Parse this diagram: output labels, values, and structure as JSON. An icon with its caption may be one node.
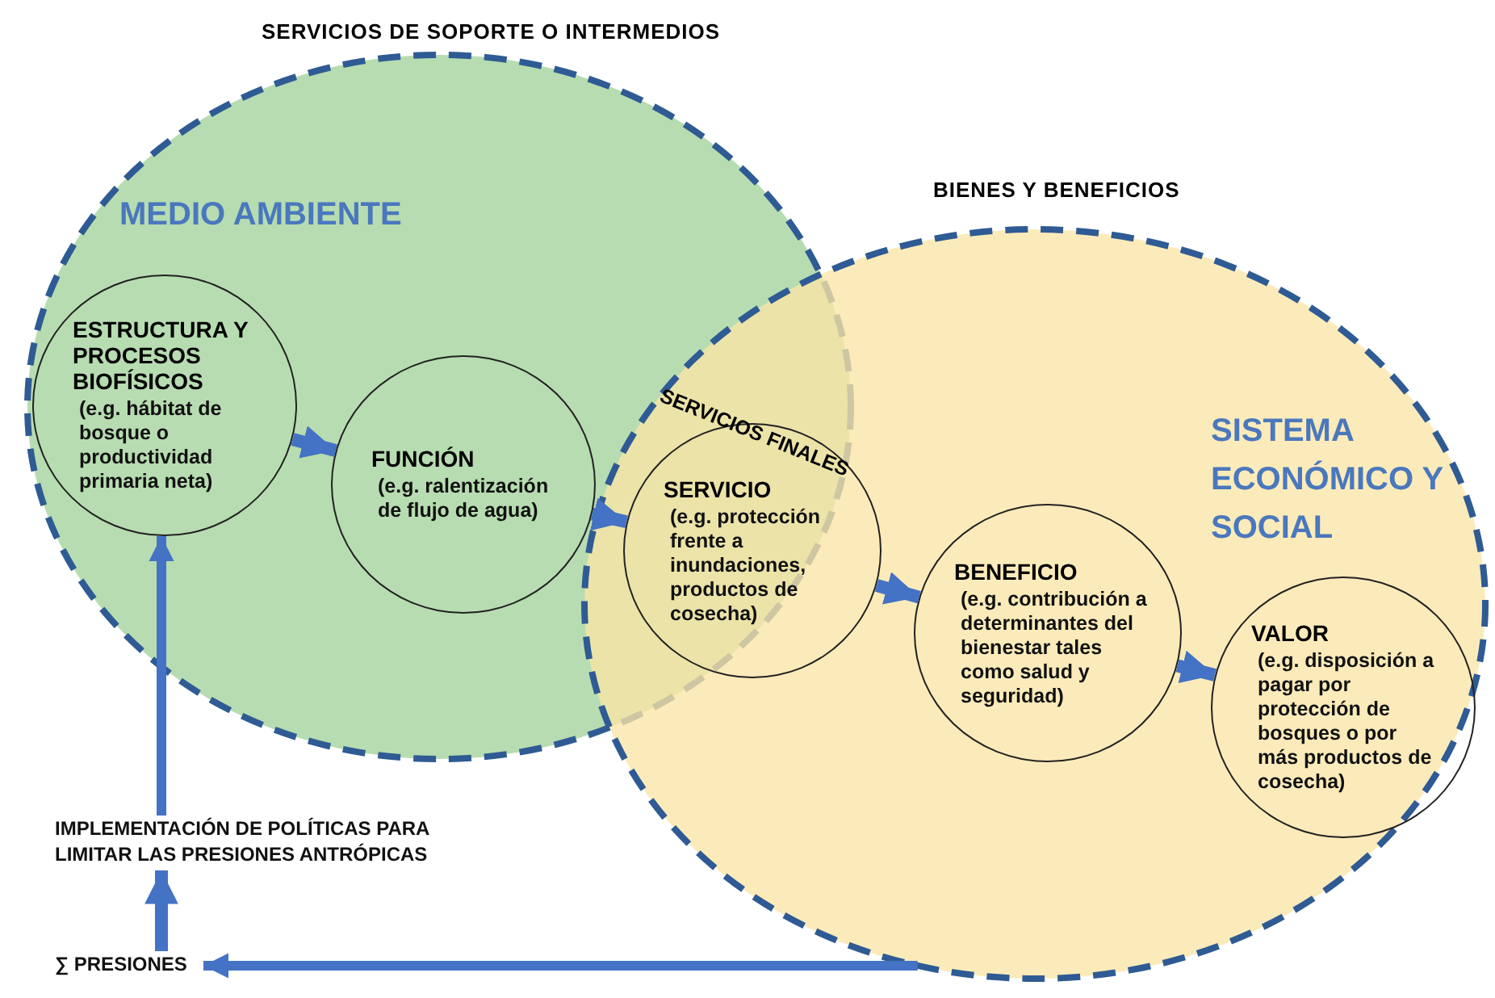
{
  "diagram": {
    "nodes": [
      {
        "text": [
          "SERVICIOS DE SOPORTE O INTERMEDIOS",
          "MEDIO AMBIENTE"
        ]
      },
      {
        "text": [
          "BIENES Y BENEFICIOS",
          "SISTEMA ECONÓMICO Y SOCIAL"
        ]
      },
      {
        "text": [
          "ESTRUCTURA Y PROCESOS BIOFÍSICOS",
          "(e.g. hábitat de bosque o productividad primaria neta)"
        ],
        "in": 0
      },
      {
        "text": [
          "FUNCIÓN",
          "(e.g. ralentización de flujo de agua)"
        ],
        "in": 0
      },
      {
        "text": [
          "SERVICIO",
          "(e.g. protección frente a inundaciones, productos de cosecha)"
        ],
        "in": 1
      },
      {
        "text": [
          "BENEFICIO",
          "(e.g. contribución a determinantes del bienestar tales como salud y seguridad)"
        ],
        "in": 1
      },
      {
        "text": [
          "VALOR",
          "(e.g. disposición a pagar por protección de bosques o por más productos de cosecha)"
        ],
        "in": 1
      },
      {
        "text": [
          "IMPLEMENTACIÓN DE POLÍTICAS PARA LIMITAR LAS PRESIONES ANTRÓPICAS"
        ]
      },
      {
        "text": [
          "∑ PRESIONES"
        ]
      }
    ],
    "edges": [
      {
        "from": 2,
        "to": 3,
        "arrow": "to"
      },
      {
        "from": 3,
        "to": 4,
        "arrow": "to"
      },
      {
        "from": 4,
        "to": 5,
        "arrow": "to"
      },
      {
        "from": 5,
        "to": 6,
        "arrow": "to"
      },
      {
        "from": 7,
        "to": 2,
        "arrow": "to"
      },
      {
        "from": 8,
        "to": 7,
        "arrow": "to"
      },
      {
        "from": 1,
        "to": 8,
        "arrow": "to"
      }
    ],
    "labels": [
      "SERVICIOS FINALES"
    ]
  }
}
